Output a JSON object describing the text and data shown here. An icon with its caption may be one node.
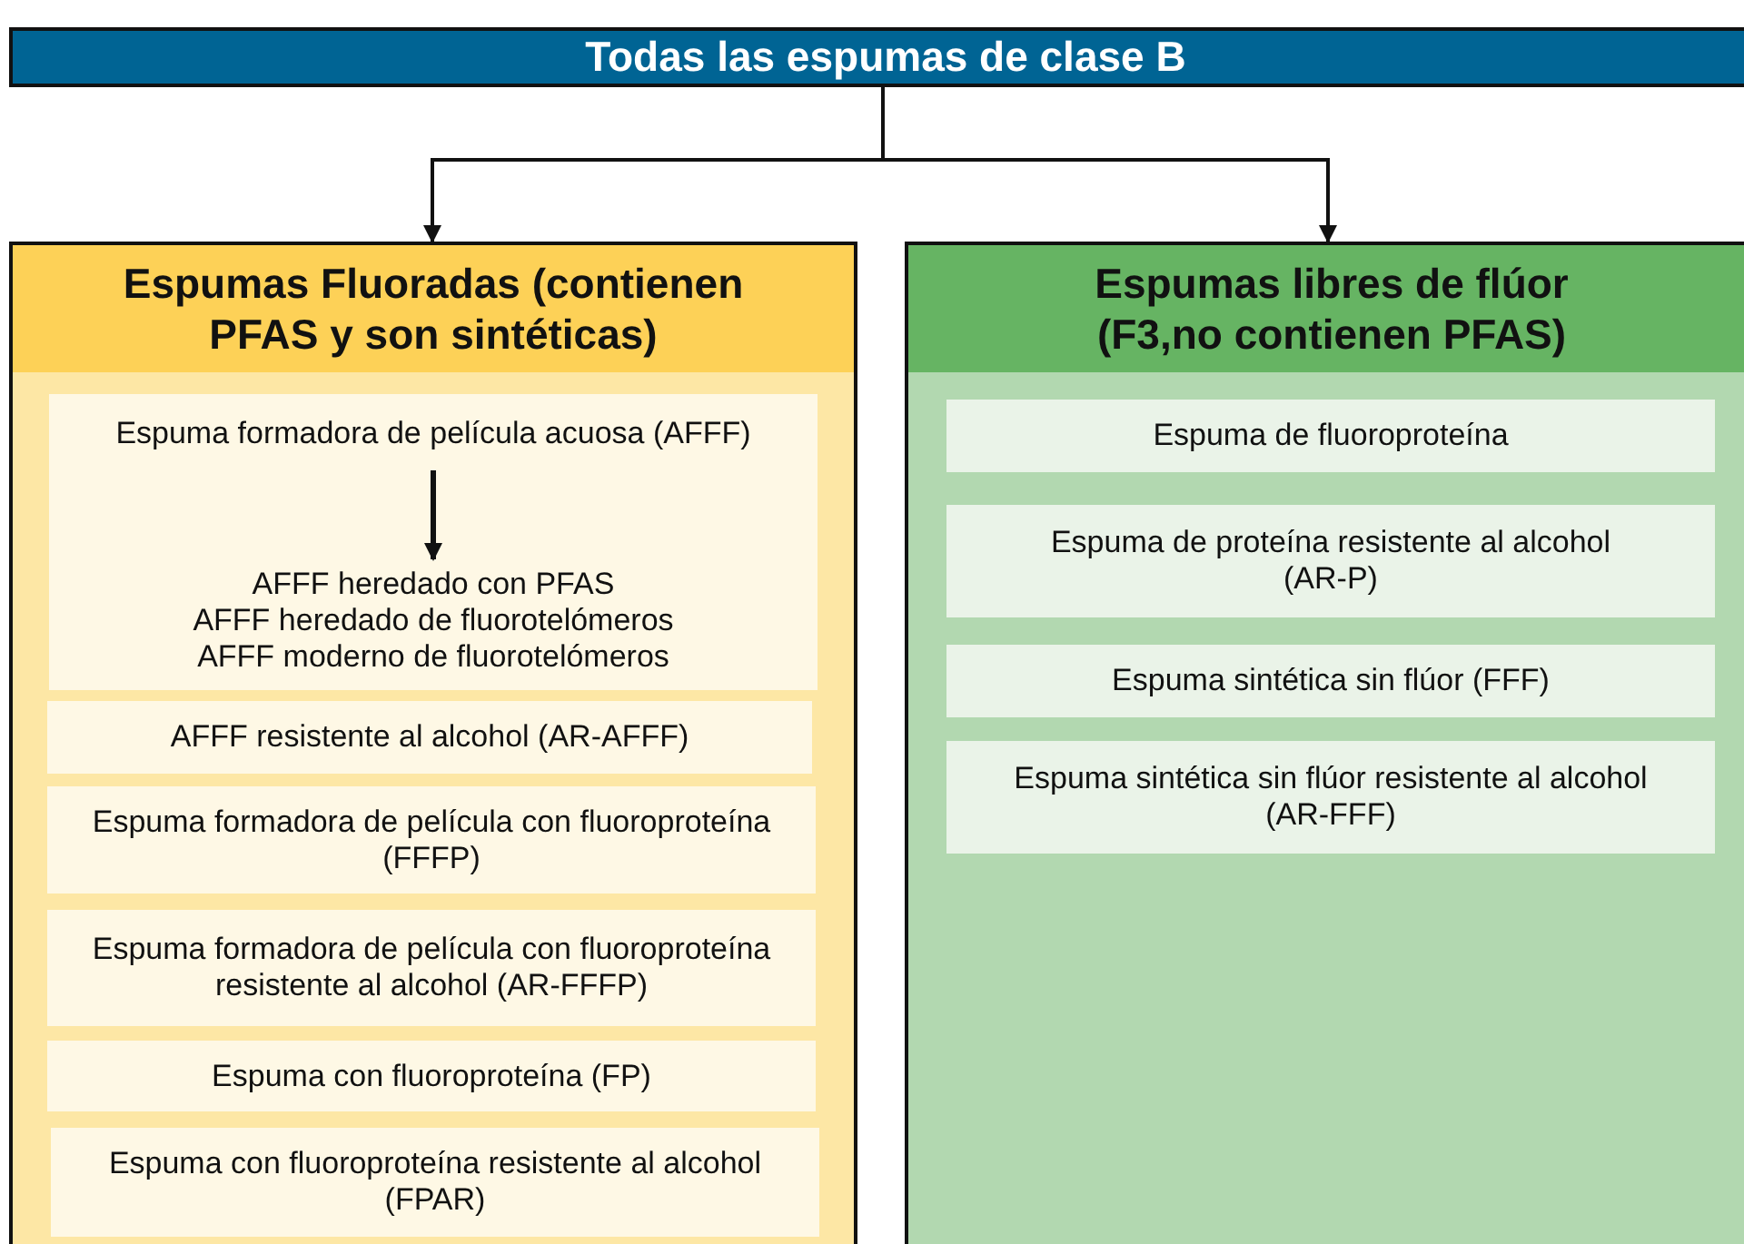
{
  "diagram": {
    "nodes": [
      {
        "text": [
          "Todas las espumas de clase B"
        ]
      },
      {
        "text": [
          "Espumas Fluoradas (contienen PFAS y son sintéticas)"
        ]
      },
      {
        "text": [
          "Espumas libres de flúor (F3,no contienen PFAS)"
        ]
      },
      {
        "text": [],
        "shape": "box",
        "in": 1
      },
      {
        "text": [
          "Espuma formadora de película acuosa (AFFF)"
        ],
        "in": 3
      },
      {
        "text": [
          "AFFF heredado con PFAS",
          "AFFF heredado de fluorotelómeros",
          "AFFF moderno de fluorotelómeros"
        ],
        "in": 3
      },
      {
        "text": [
          "AFFF resistente al alcohol (AR-AFFF)"
        ],
        "in": 1
      },
      {
        "text": [
          "Espuma formadora de película con fluoroproteína (FFFP)"
        ],
        "in": 1
      },
      {
        "text": [
          "Espuma formadora de película con fluoroproteína resistente al alcohol (AR-FFFP)"
        ],
        "in": 1
      },
      {
        "text": [
          "Espuma con fluoroproteína (FP)"
        ],
        "in": 1
      },
      {
        "text": [
          "Espuma con fluoroproteína resistente al alcohol (FPAR)"
        ],
        "in": 1
      },
      {
        "text": [
          "Espuma de fluoroproteína"
        ],
        "in": 2
      },
      {
        "text": [
          "Espuma de proteína resistente al alcohol (AR-P)"
        ],
        "in": 2
      },
      {
        "text": [
          "Espuma sintética sin flúor (FFF)"
        ],
        "in": 2
      },
      {
        "text": [
          "Espuma sintética sin flúor resistente al alcohol (AR-FFF)"
        ],
        "in": 2
      }
    ],
    "edges": [
      {
        "from": 0,
        "to": 1,
        "arrow": "to"
      },
      {
        "from": 0,
        "to": 2,
        "arrow": "to"
      },
      {
        "from": 4,
        "to": 5,
        "arrow": "to"
      }
    ]
  }
}
